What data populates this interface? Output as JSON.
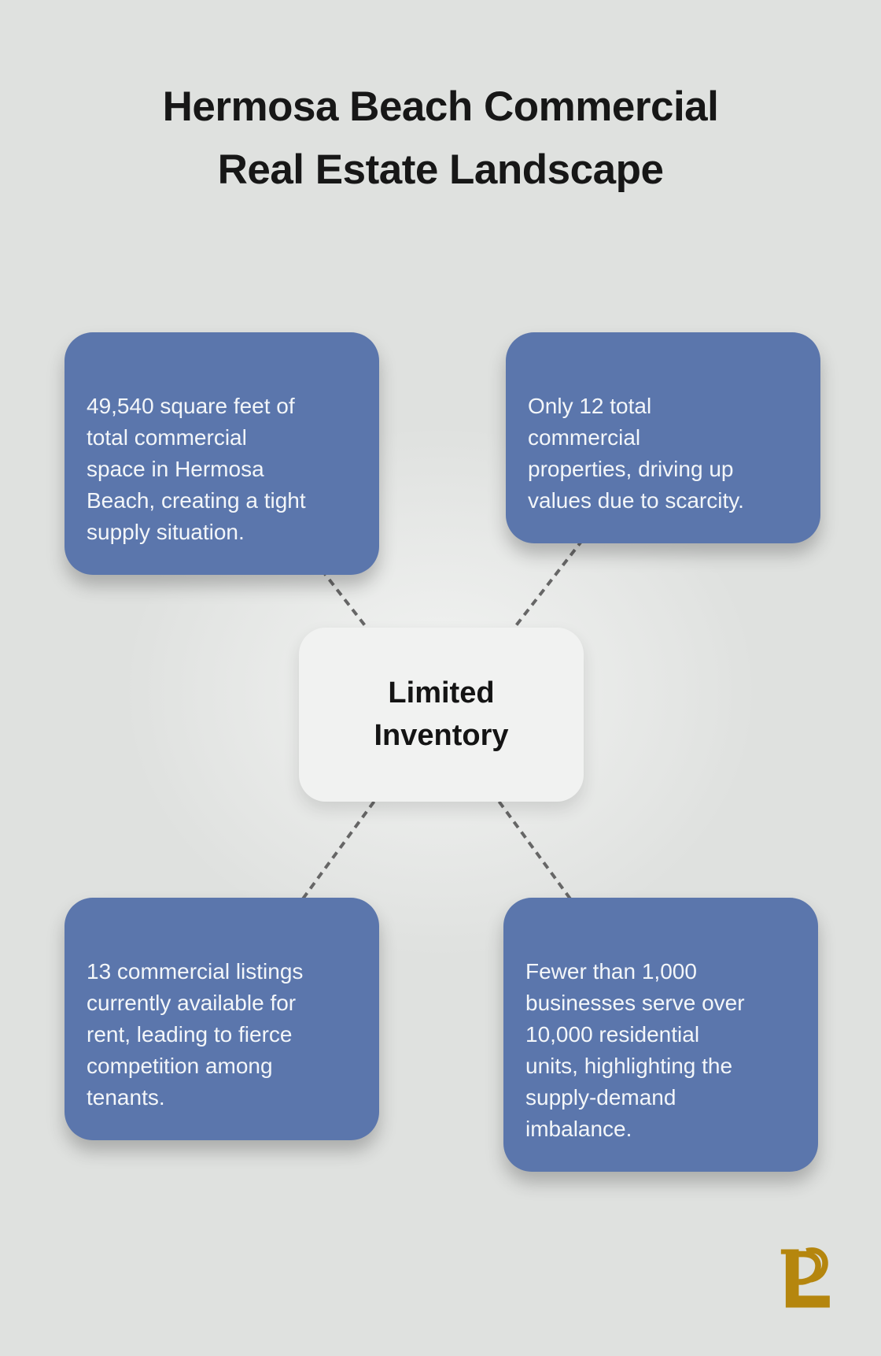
{
  "title": {
    "text": "Hermosa Beach Commercial\nReal Estate Landscape"
  },
  "center_node": {
    "text": "Limited\nInventory"
  },
  "stat_nodes": {
    "top_left": {
      "text": "49,540 square feet of\ntotal commercial\nspace in Hermosa\nBeach, creating a tight\nsupply situation."
    },
    "top_right": {
      "text": "Only 12 total\ncommercial\nproperties, driving up\nvalues due to scarcity."
    },
    "bottom_left": {
      "text": "13 commercial listings\ncurrently available for\nrent, leading to fierce\ncompetition among\ntenants."
    },
    "bottom_right": {
      "text": "Fewer than 1,000\nbusinesses serve over\n10,000 residential\nunits, highlighting the\nsupply-demand\nimbalance."
    }
  },
  "logo": {
    "name": "LP monogram",
    "color": "#b5860e"
  },
  "colors": {
    "background": "#dfe1df",
    "node_blue": "#5b76ac",
    "node_text": "#f3f6f9",
    "center_node_bg": "#f1f2f1",
    "center_node_text": "#141414",
    "connector": "#666666",
    "title_text": "#171717",
    "logo_gold": "#b5860e"
  }
}
